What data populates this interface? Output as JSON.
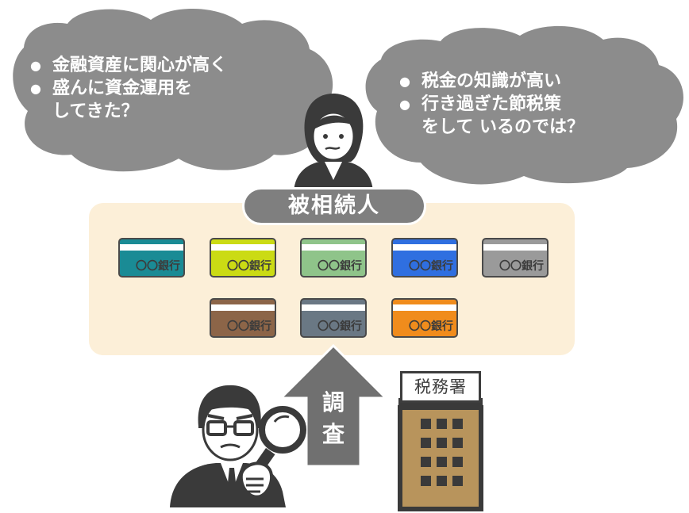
{
  "left_bubble": {
    "lines": [
      "金融資産に関心が高く",
      "盛んに資金運用を",
      "してきた？"
    ]
  },
  "right_bubble": {
    "lines": [
      "税金の知識が高い",
      "行き過ぎた節税策",
      "をして いるのでは？"
    ]
  },
  "deceased_label": "被相続人",
  "bank_cards": [
    {
      "label": "〇〇銀行",
      "color": "#1a8b95"
    },
    {
      "label": "〇〇銀行",
      "color": "#cbdb14"
    },
    {
      "label": "〇〇銀行",
      "color": "#8fc48a"
    },
    {
      "label": "〇〇銀行",
      "color": "#2f6fe0"
    },
    {
      "label": "〇〇銀行",
      "color": "#9a9a9a"
    },
    {
      "label": "〇〇銀行",
      "color": "#8c6548"
    },
    {
      "label": "〇〇銀行",
      "color": "#6a7884"
    },
    {
      "label": "〇〇銀行",
      "color": "#f08c1c"
    }
  ],
  "investigation_label": "調査",
  "tax_office_sign": "税務署",
  "colors": {
    "bubble": "#8c8c8c",
    "panel": "#fcefd8",
    "arrow": "#707070",
    "building": "#b8945c",
    "outline": "#3a3a3a"
  }
}
